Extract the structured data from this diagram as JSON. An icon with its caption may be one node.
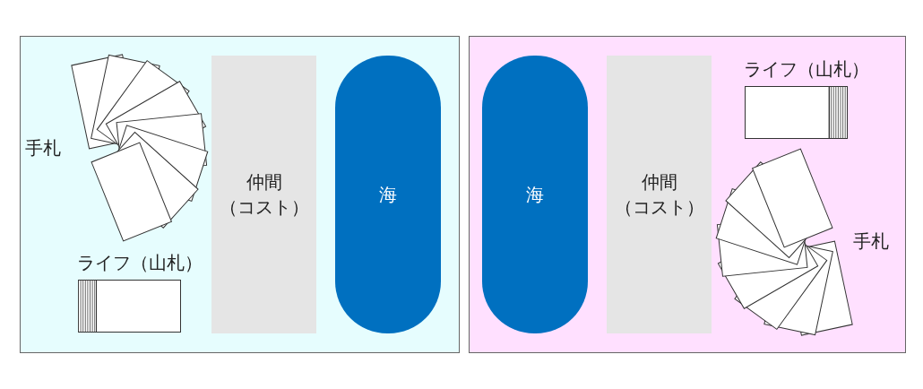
{
  "diagram": {
    "nodes": [
      {
        "text": [],
        "shape": "box"
      },
      {
        "text": [
          "手札"
        ],
        "in": 0
      },
      {
        "text": [
          "ライフ（山札）"
        ],
        "in": 0
      },
      {
        "text": [
          "仲間（コスト）"
        ],
        "in": 0
      },
      {
        "text": [
          "海"
        ],
        "in": 0
      },
      {
        "text": [],
        "shape": "box"
      },
      {
        "text": [
          "海"
        ],
        "in": 5
      },
      {
        "text": [
          "仲間（コスト）"
        ],
        "in": 5
      },
      {
        "text": [
          "ライフ（山札）"
        ],
        "in": 5
      },
      {
        "text": [
          "手札"
        ],
        "in": 5
      }
    ]
  }
}
